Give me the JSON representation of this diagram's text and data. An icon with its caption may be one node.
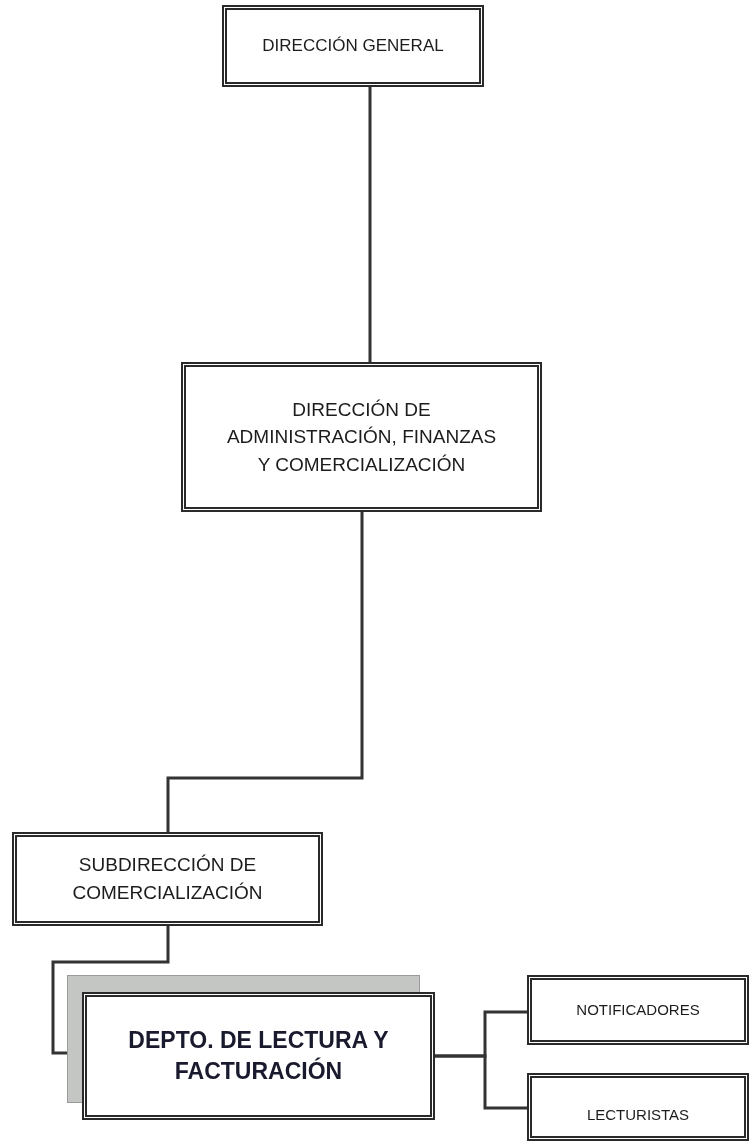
{
  "diagram": {
    "nodes": [
      {
        "text": [
          "DIRECCIÓN GENERAL"
        ]
      },
      {
        "text": [
          "DIRECCIÓN DE ADMINISTRACIÓN, FINANZAS Y COMERCIALIZACIÓN"
        ]
      },
      {
        "text": [
          "SUBDIRECCIÓN DE COMERCIALIZACIÓN"
        ]
      },
      {
        "text": [
          "DEPTO. DE LECTURA Y FACTURACIÓN"
        ]
      },
      {
        "text": [
          "NOTIFICADORES"
        ]
      },
      {
        "text": [
          "LECTURISTAS"
        ]
      }
    ],
    "edges": [
      {
        "from": 0,
        "to": 1,
        "arrow": "none"
      },
      {
        "from": 1,
        "to": 2,
        "arrow": "none"
      },
      {
        "from": 2,
        "to": 3,
        "arrow": "none"
      },
      {
        "from": 3,
        "to": 4,
        "arrow": "none"
      },
      {
        "from": 3,
        "to": 5,
        "arrow": "none"
      }
    ]
  }
}
